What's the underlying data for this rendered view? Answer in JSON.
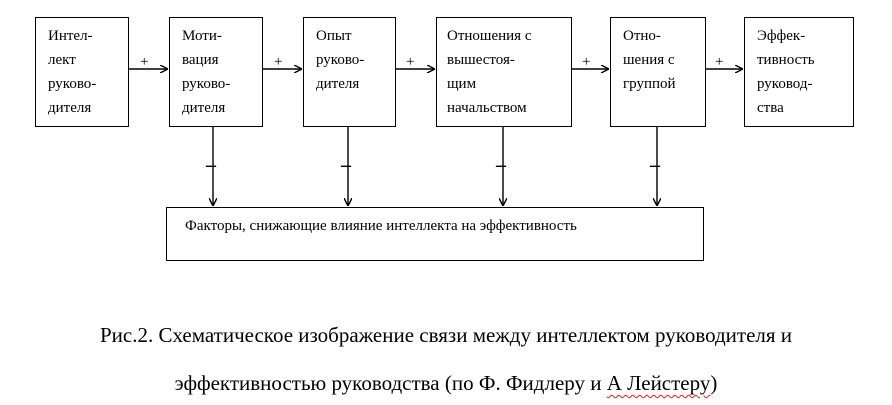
{
  "diagram": {
    "boxes": [
      {
        "id": "intellect",
        "label": "Интел-\nлект\nруково-\nдителя"
      },
      {
        "id": "motivation",
        "label": "Моти-\nвация\nруково-\nдителя"
      },
      {
        "id": "experience",
        "label": "Опыт\nруково-\nдителя"
      },
      {
        "id": "superiors",
        "label": "Отношения с\nвышестоя-\nщим\nначальством"
      },
      {
        "id": "group",
        "label": "Отно-\nшения с\nгруппой"
      },
      {
        "id": "effectiveness",
        "label": "Эффек-\nтивность\nруковод-\nства"
      }
    ],
    "plus_sign": "+",
    "minus_sign": "–",
    "factors_label": "Факторы, снижающие влияние интеллекта на эффективность"
  },
  "caption": {
    "line1": "Рис.2. Схематическое изображение связи между интеллектом руководителя и",
    "line2_main": "эффективностью руководства (по Ф. Фидлеру и ",
    "line2_underlined": "А Лейстеру",
    "line2_end": ")"
  }
}
